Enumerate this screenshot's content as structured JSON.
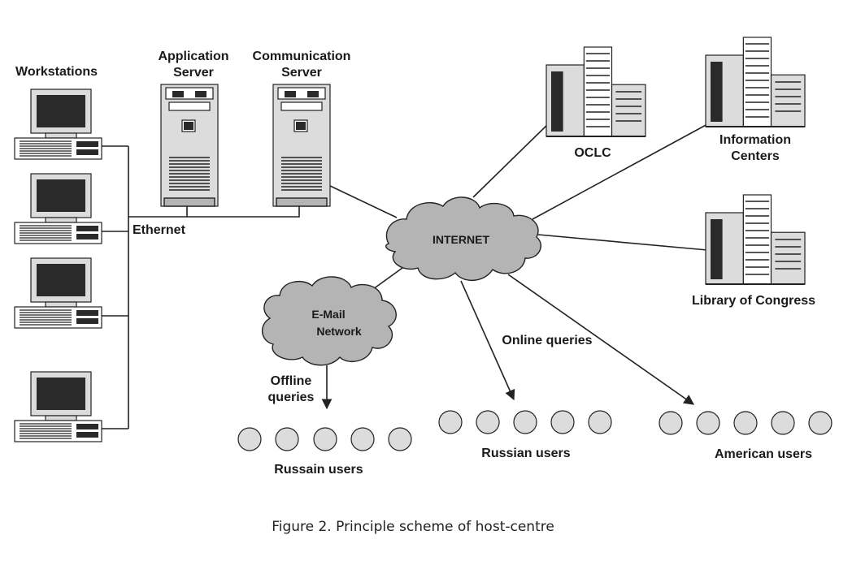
{
  "labels": {
    "workstations": "Workstations",
    "application_server": [
      "Application",
      "Server"
    ],
    "communication_server": [
      "Communication",
      "Server"
    ],
    "ethernet": "Ethernet",
    "internet": "INTERNET",
    "email_network": [
      "E-Mail",
      "Network"
    ],
    "oclc": "OCLC",
    "information_centers": [
      "Information",
      "Centers"
    ],
    "library_of_congress": "Library of Congress",
    "online_queries": "Online queries",
    "offline_queries": [
      "Offline",
      "queries"
    ],
    "russain_users": "Russain users",
    "russian_users": "Russian users",
    "american_users": "American users"
  },
  "caption": "Figure 2.  Principle scheme of host-centre",
  "icons": {
    "workstation": "desktop-computer-icon",
    "server": "server-tower-icon",
    "building": "office-building-icon",
    "cloud": "cloud-icon",
    "user": "user-circle-icon"
  },
  "colors": {
    "line": "#222222",
    "fill": "#b4b4b4",
    "light": "#dcdcdc"
  }
}
